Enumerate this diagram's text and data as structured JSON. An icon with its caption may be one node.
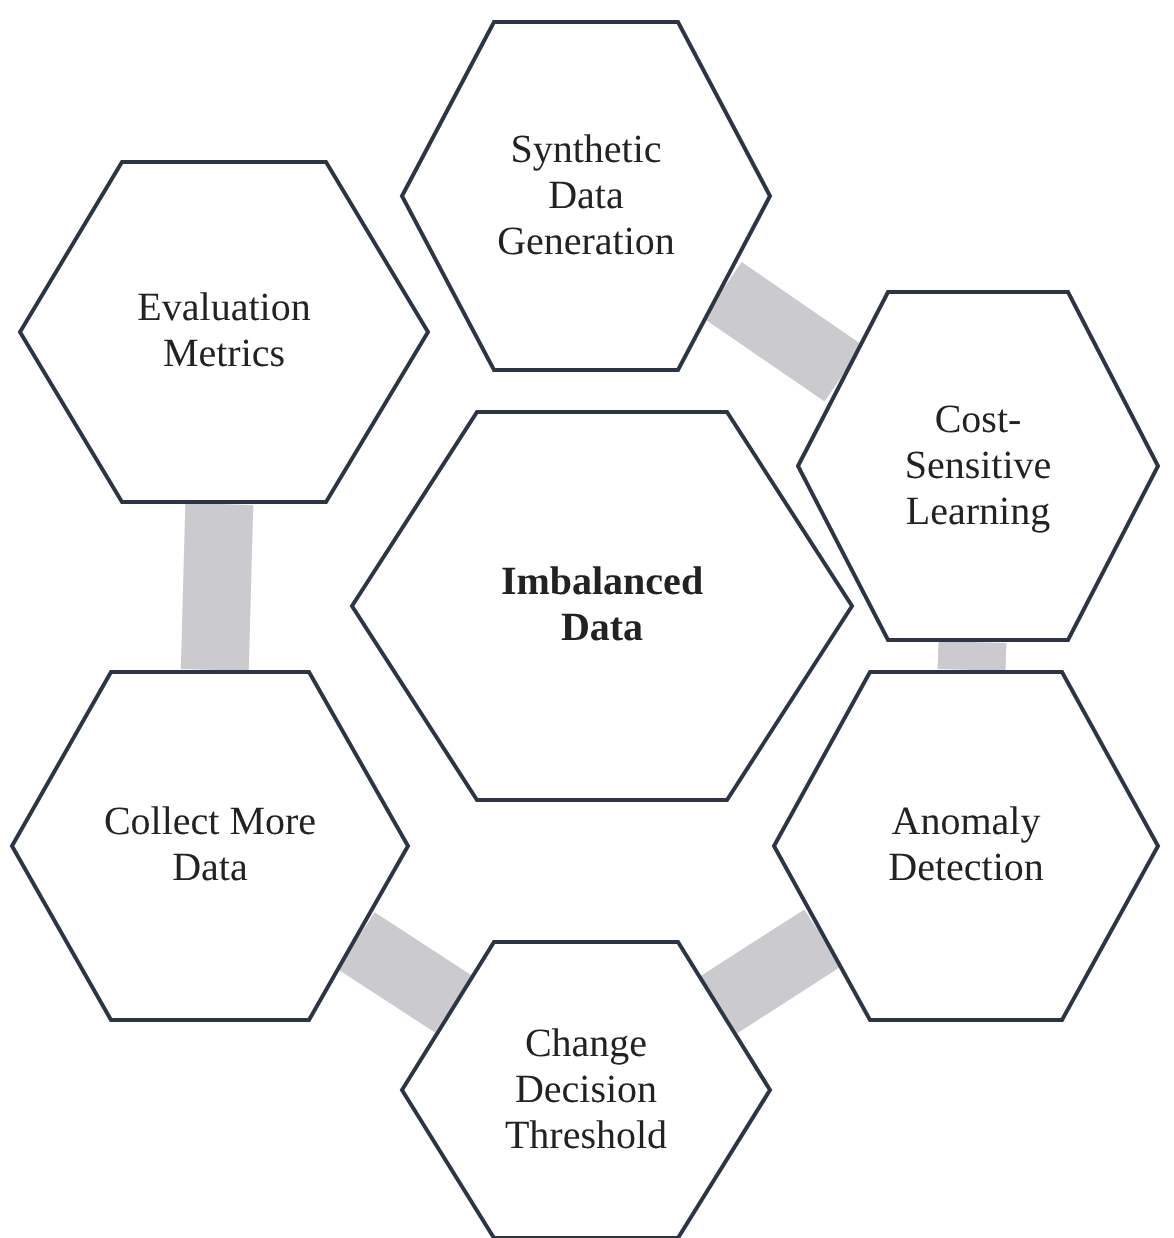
{
  "diagram": {
    "nodes": [
      {
        "text": [
          "Synthetic Data Generation"
        ]
      },
      {
        "text": [
          "Evaluation Metrics"
        ]
      },
      {
        "text": [
          "Cost- Sensitive Learning"
        ]
      },
      {
        "text": [
          "Imbalanced Data"
        ]
      },
      {
        "text": [
          "Collect More Data"
        ]
      },
      {
        "text": [
          "Anomaly Detection"
        ]
      },
      {
        "text": [
          "Change Decision Threshold"
        ]
      }
    ],
    "edges": [
      {
        "from": 0,
        "to": 2,
        "arrow": "none",
        "color": "#cbcbcf"
      },
      {
        "from": 2,
        "to": 5,
        "arrow": "none",
        "color": "#cbcbcf"
      },
      {
        "from": 5,
        "to": 6,
        "arrow": "none",
        "color": "#cbcbcf"
      },
      {
        "from": 6,
        "to": 4,
        "arrow": "none",
        "color": "#cbcbcf"
      },
      {
        "from": 4,
        "to": 1,
        "arrow": "none",
        "color": "#cbcbcf"
      }
    ]
  }
}
